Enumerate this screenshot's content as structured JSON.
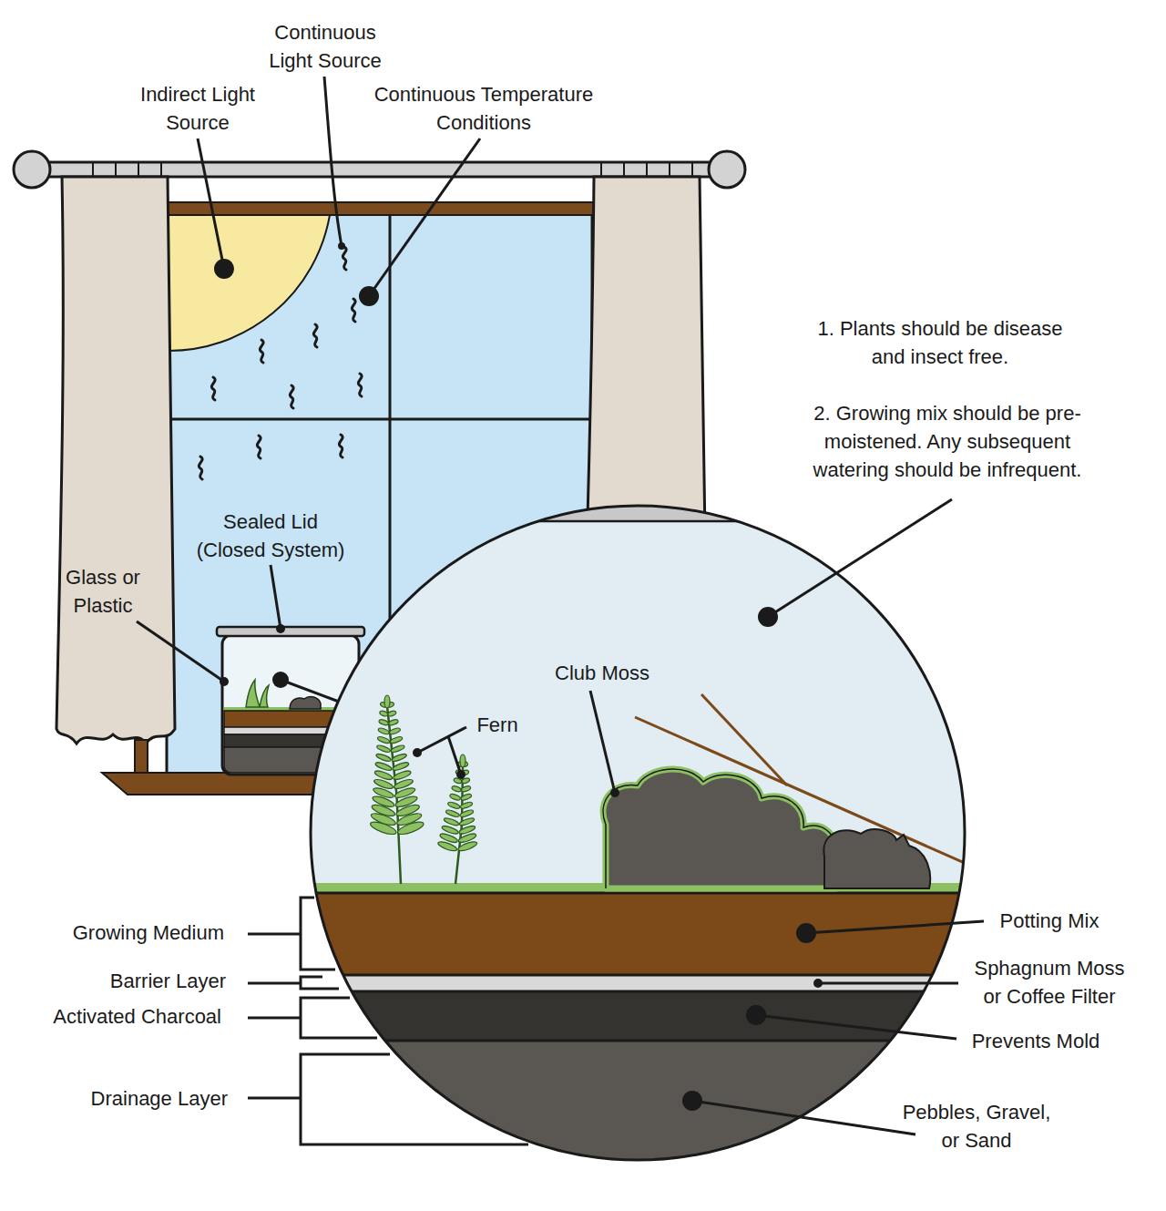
{
  "diagram": {
    "labels": [
      "Continuous Light Source",
      "Indirect Light Source",
      "Continuous Temperature Conditions",
      "Sealed Lid (Closed System)",
      "Glass or Plastic",
      "1. Plants should be disease and insect free.",
      "2. Growing mix should be pre-moistened. Any subsequent watering should be infrequent.",
      "Club Moss",
      "Fern",
      "Growing Medium",
      "Barrier Layer",
      "Activated Charcoal",
      "Drainage Layer",
      "Potting Mix",
      "Sphagnum Moss or Coffee Filter",
      "Prevents Mold",
      "Pebbles, Gravel, or Sand"
    ]
  }
}
